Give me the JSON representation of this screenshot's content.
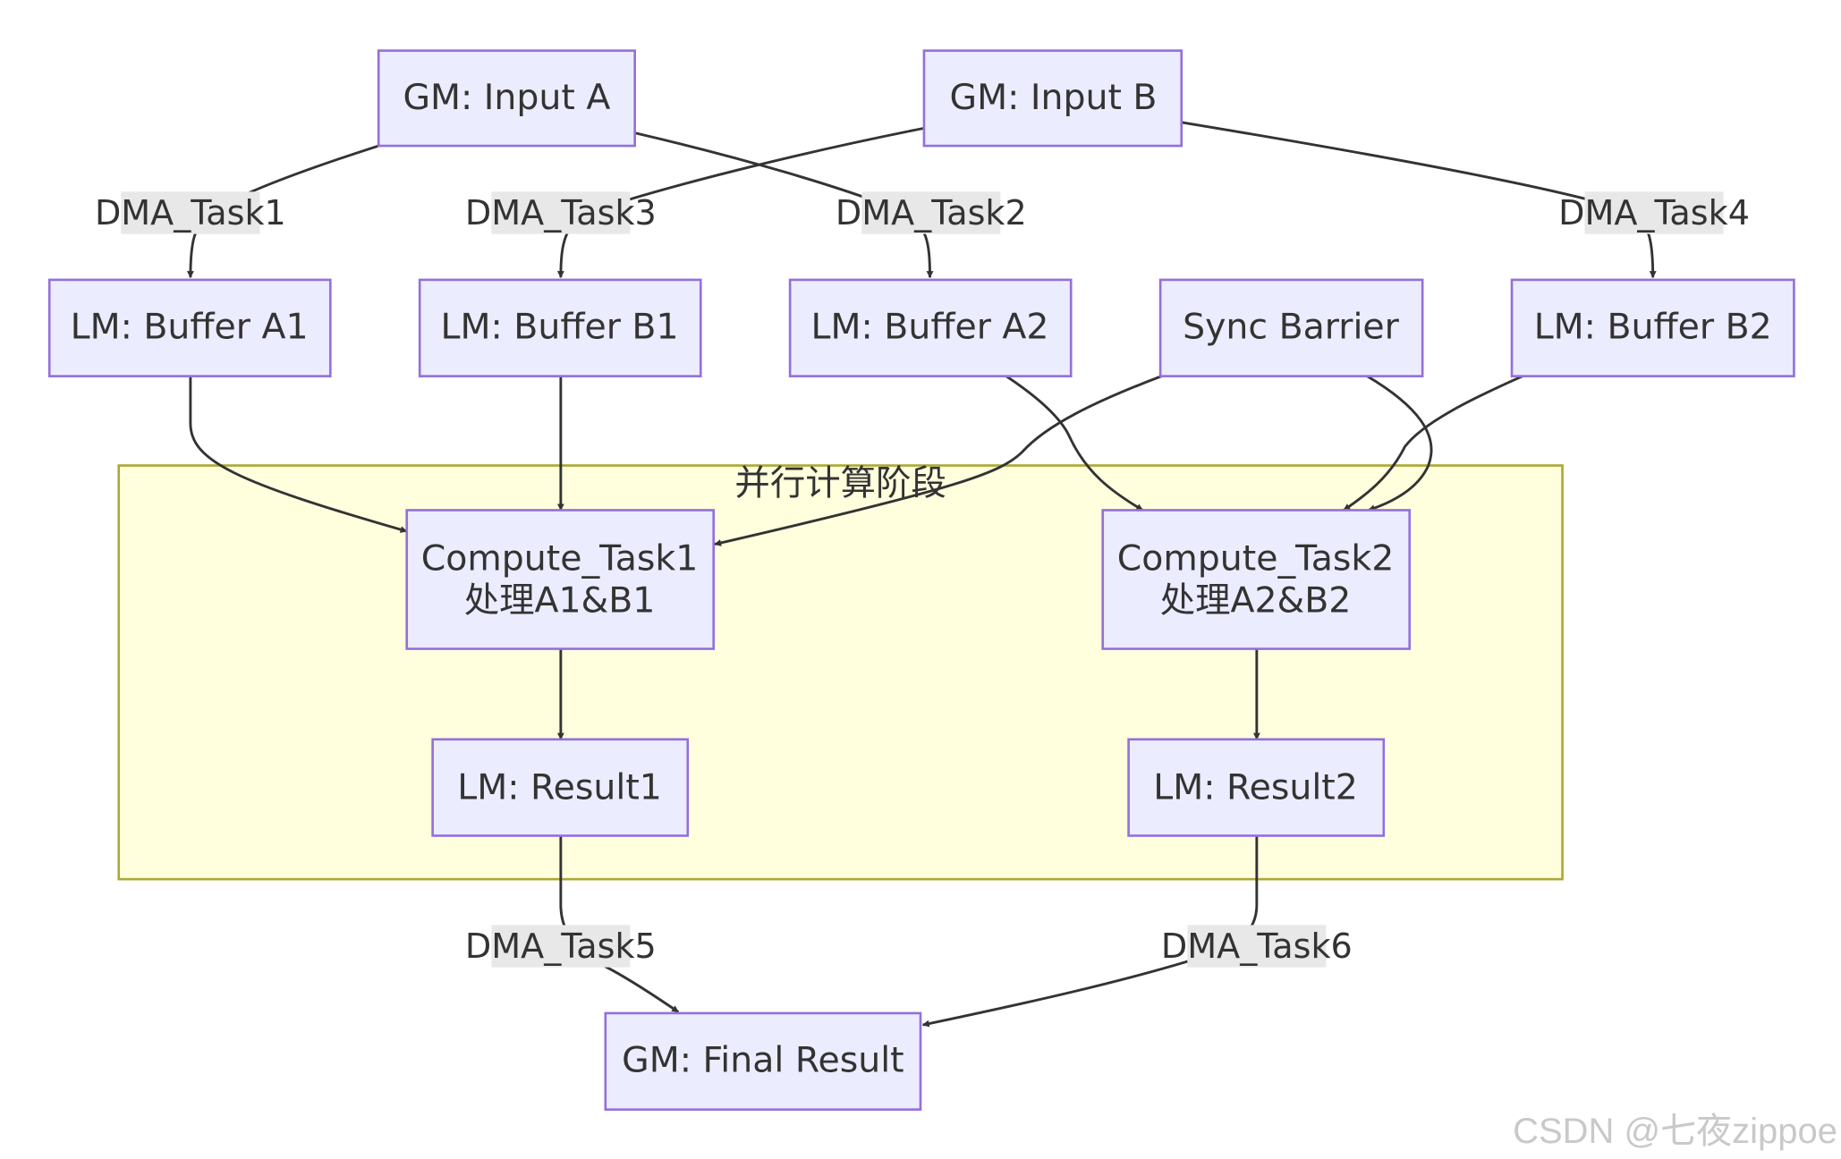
{
  "nodes": {
    "gm_input_a": "GM: Input A",
    "gm_input_b": "GM: Input B",
    "lm_buffer_a1": "LM: Buffer A1",
    "lm_buffer_b1": "LM: Buffer B1",
    "lm_buffer_a2": "LM: Buffer A2",
    "sync_barrier": "Sync Barrier",
    "lm_buffer_b2": "LM: Buffer B2",
    "compute_task1": [
      "Compute_Task1",
      "处理A1&B1"
    ],
    "compute_task2": [
      "Compute_Task2",
      "处理A2&B2"
    ],
    "lm_result1": "LM: Result1",
    "lm_result2": "LM: Result2",
    "gm_final_result": "GM: Final Result"
  },
  "cluster": {
    "label": "并行计算阶段"
  },
  "edges": {
    "dma_task1": "DMA_Task1",
    "dma_task2": "DMA_Task2",
    "dma_task3": "DMA_Task3",
    "dma_task4": "DMA_Task4",
    "dma_task5": "DMA_Task5",
    "dma_task6": "DMA_Task6"
  },
  "watermark": "CSDN @七夜zippoe"
}
